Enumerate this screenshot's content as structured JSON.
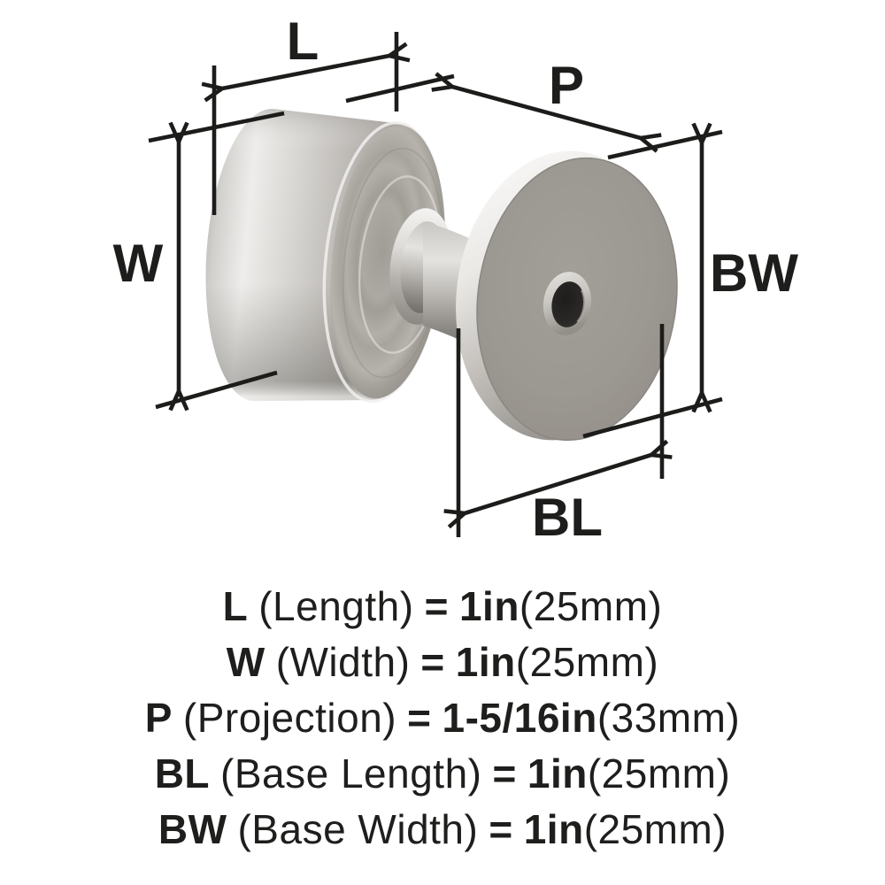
{
  "colors": {
    "ink": "#1c1c1a",
    "background": "#ffffff",
    "metal_highlight": "#eeedeb",
    "metal_mid": "#b5b2ae",
    "metal_dark": "#8f8c88",
    "base_face_gray": "#9b9791",
    "hole_dark": "#2a2927"
  },
  "diagram": {
    "description": "isometric brushed-nickel cabinet knob with dimension callouts",
    "dimension_labels": [
      {
        "id": "l",
        "label": "L"
      },
      {
        "id": "p",
        "label": "P"
      },
      {
        "id": "w",
        "label": "W"
      },
      {
        "id": "bw",
        "label": "BW"
      },
      {
        "id": "bl",
        "label": "BL"
      }
    ]
  },
  "specs": [
    {
      "abbr": "L",
      "name": "(Length)",
      "equals": "=",
      "value": "1in",
      "metric": "(25mm)"
    },
    {
      "abbr": "W",
      "name": "(Width)",
      "equals": "=",
      "value": "1in",
      "metric": "(25mm)"
    },
    {
      "abbr": "P",
      "name": "(Projection)",
      "equals": "=",
      "value": "1-5/16in",
      "metric": "(33mm)"
    },
    {
      "abbr": "BL",
      "name": "(Base Length)",
      "equals": "=",
      "value": "1in",
      "metric": "(25mm)"
    },
    {
      "abbr": "BW",
      "name": "(Base Width)",
      "equals": "=",
      "value": "1in",
      "metric": "(25mm)"
    }
  ]
}
